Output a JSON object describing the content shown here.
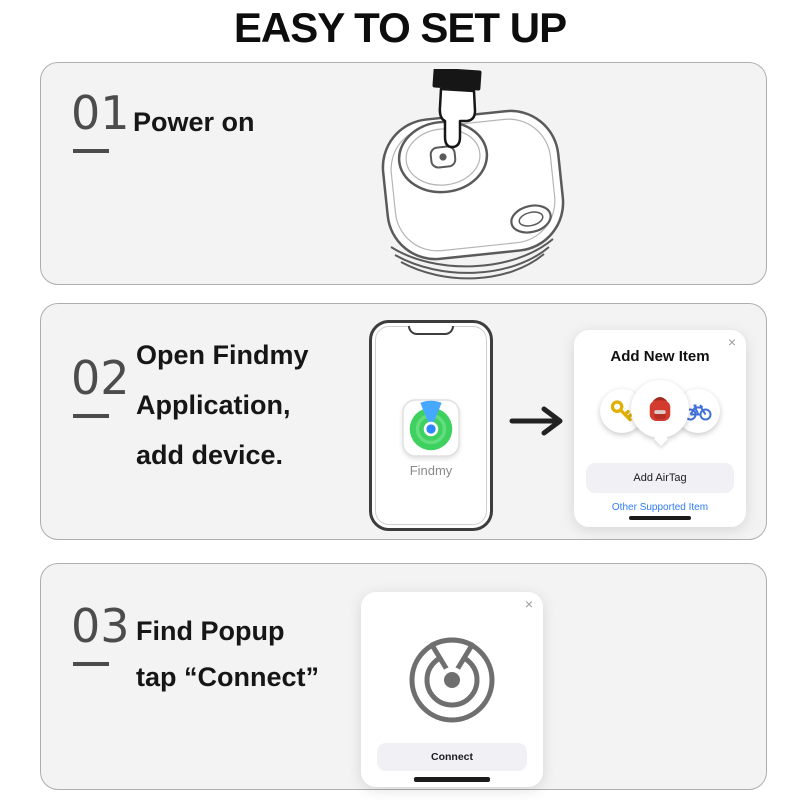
{
  "title": "EASY TO SET UP",
  "steps": [
    {
      "number": "01",
      "lines": [
        "Power on"
      ]
    },
    {
      "number": "02",
      "lines": [
        "Open Findmy",
        "Application,",
        "add device."
      ]
    },
    {
      "number": "03",
      "lines": [
        "Find Popup",
        "tap “Connect”"
      ]
    }
  ],
  "phone": {
    "app_label": "Findmy"
  },
  "add_popup": {
    "title": "Add New Item",
    "close": "×",
    "button_label": "Add AirTag",
    "link_label": "Other Supported Item"
  },
  "connect_popup": {
    "close": "×",
    "button_label": "Connect"
  },
  "icons": {
    "arrow_right": "→",
    "badge_icons": [
      "key-icon",
      "backpack-icon",
      "bicycle-icon"
    ],
    "radar": "radar-target-icon",
    "press_finger": "press-finger-icon"
  },
  "colors": {
    "card_bg": "#f3f3f3",
    "card_border": "#aeaeae",
    "step_number_gray": "#4c4c4c",
    "text_black": "#161616",
    "link_blue": "#2f7cf6",
    "findmy_green": "#3fd160",
    "findmy_blue": "#2e9bff",
    "key_yellow": "#e0b000",
    "backpack_red": "#d23b2e",
    "bike_blue": "#3f6fd8",
    "radar_gray": "#6f6f6f"
  }
}
